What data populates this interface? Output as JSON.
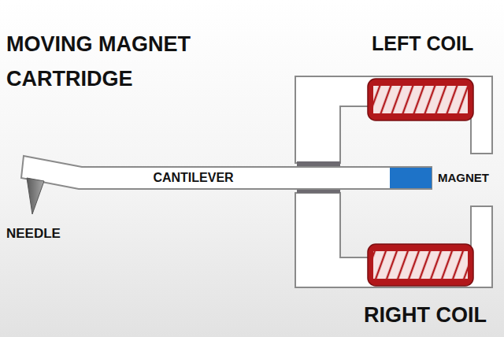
{
  "diagram": {
    "title": "MOVING MAGNET CARTRIDGE",
    "nodes": [
      {
        "text": [
          "CANTILEVER"
        ]
      }
    ],
    "labels": [
      "LEFT COIL",
      "NEEDLE",
      "MAGNET",
      "RIGHT COIL"
    ]
  }
}
